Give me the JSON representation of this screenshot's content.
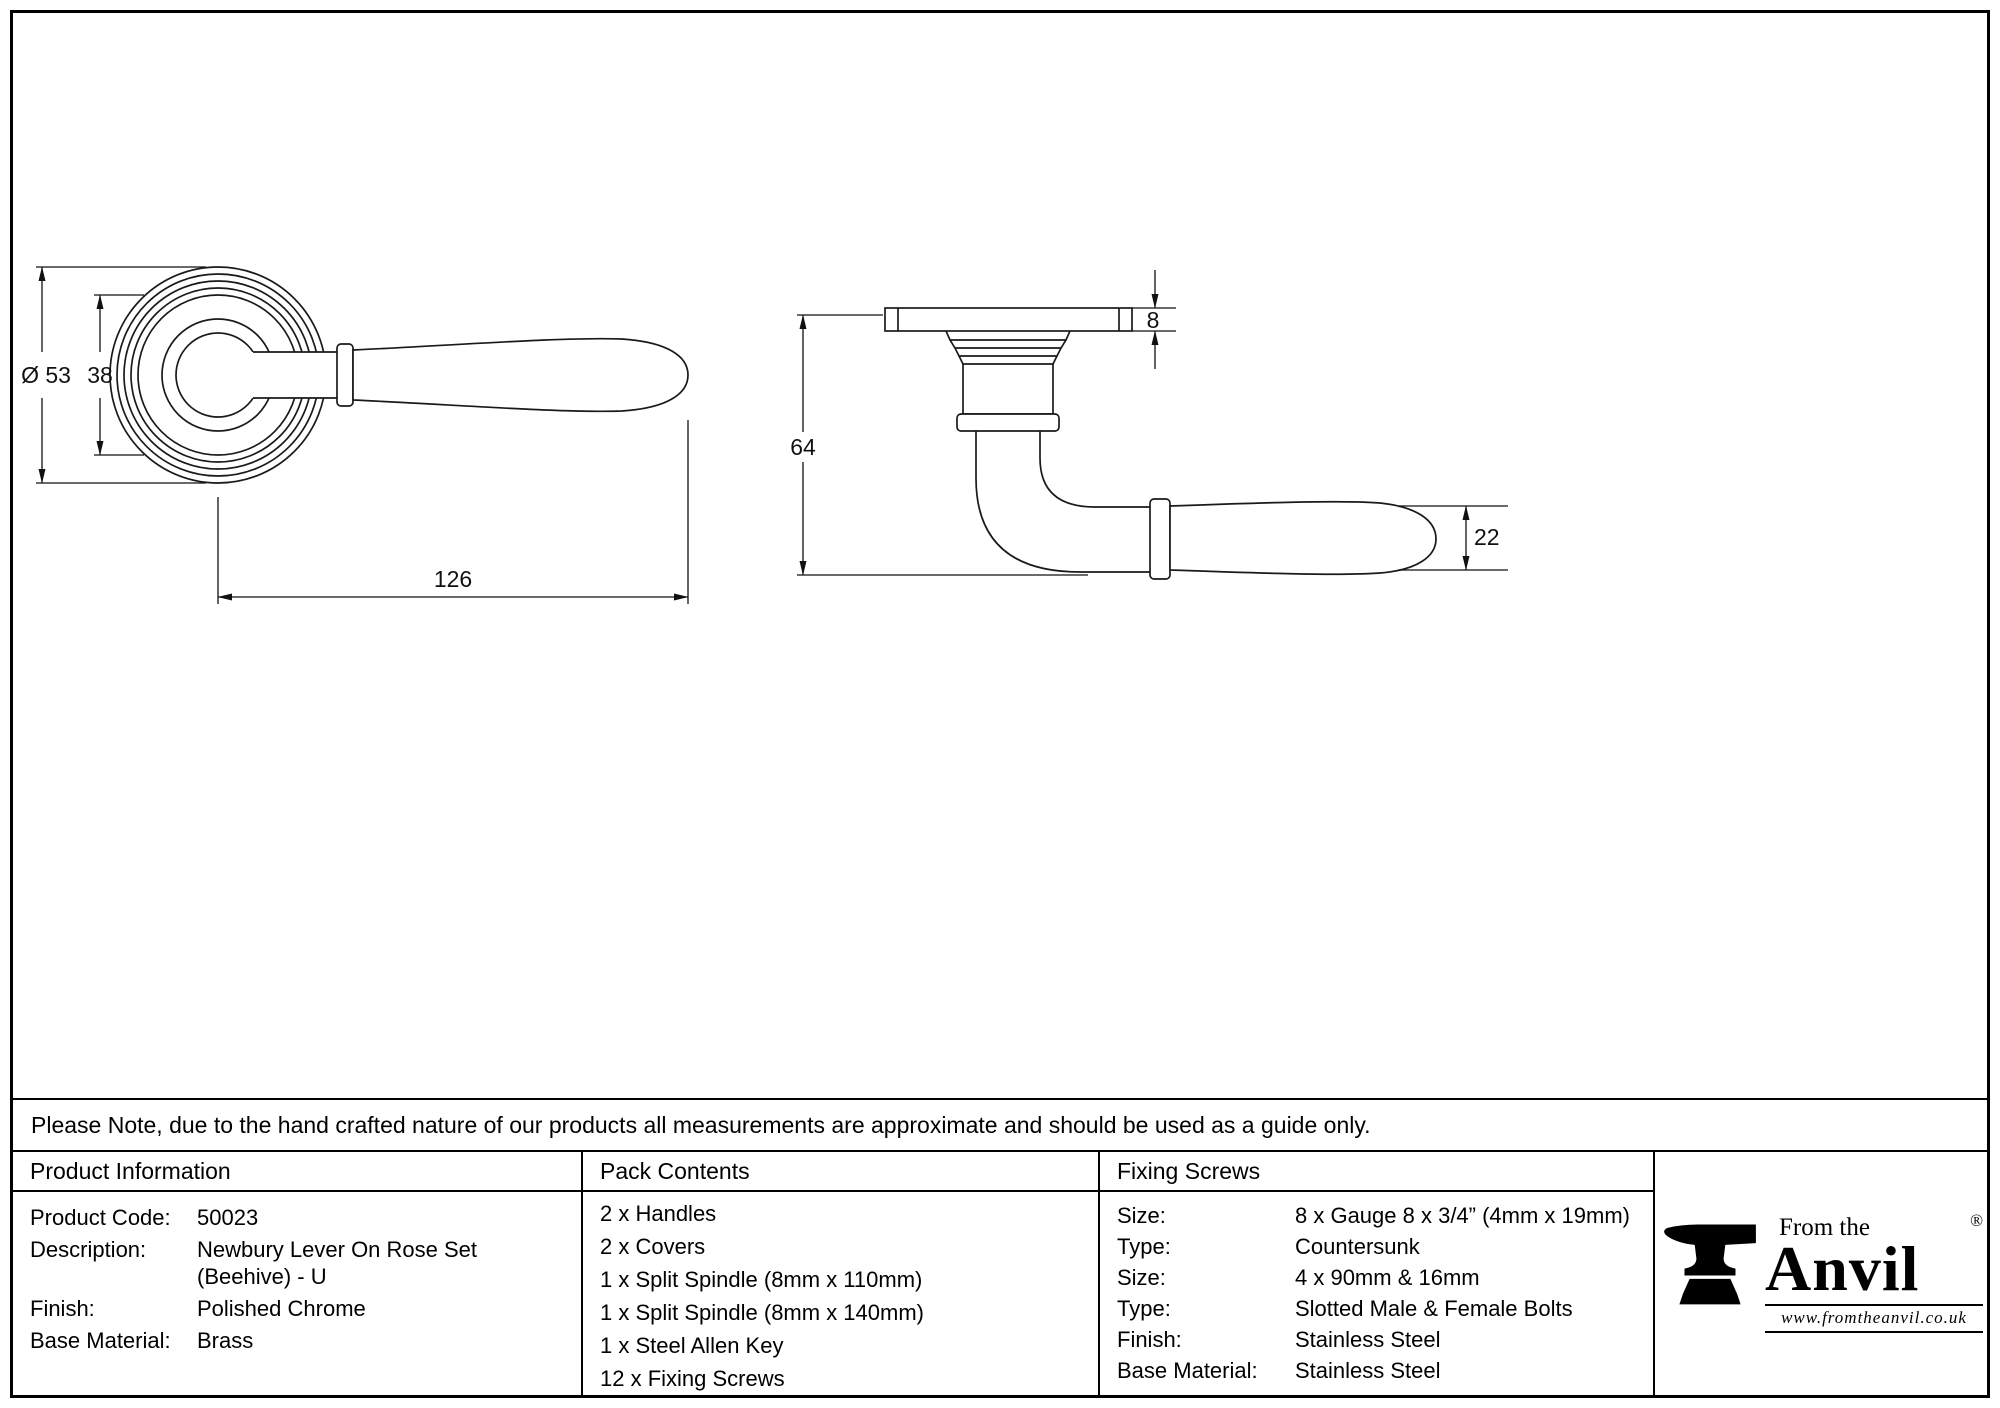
{
  "drawing": {
    "front_view": {
      "dim_diameter": "Ø 53",
      "dim_inner_diameter": "38",
      "dim_length": "126"
    },
    "side_view": {
      "dim_rose_depth": "8",
      "dim_height": "64",
      "dim_lever_width": "22"
    }
  },
  "note": "Please Note, due to the hand crafted nature of our products all measurements are approximate and should be used as a guide only.",
  "table": {
    "product_information": {
      "header": "Product Information",
      "rows": [
        {
          "label": "Product Code:",
          "value": "50023"
        },
        {
          "label": "Description:",
          "value": "Newbury Lever On Rose Set (Beehive) - U"
        },
        {
          "label": "Finish:",
          "value": "Polished Chrome"
        },
        {
          "label": "Base Material:",
          "value": "Brass"
        }
      ]
    },
    "pack_contents": {
      "header": "Pack Contents",
      "items": [
        "2 x Handles",
        "2 x Covers",
        "1 x Split Spindle (8mm x 110mm)",
        "1 x Split Spindle (8mm x 140mm)",
        "1 x Steel Allen Key",
        "12 x Fixing Screws"
      ]
    },
    "fixing_screws": {
      "header": "Fixing Screws",
      "rows": [
        {
          "label": "Size:",
          "value": "8 x Gauge 8 x 3/4” (4mm x 19mm)"
        },
        {
          "label": "Type:",
          "value": "Countersunk"
        },
        {
          "label": "Size:",
          "value": "4 x 90mm & 16mm"
        },
        {
          "label": "Type:",
          "value": "Slotted Male & Female Bolts"
        },
        {
          "label": "Finish:",
          "value": "Stainless Steel"
        },
        {
          "label": "Base Material:",
          "value": "Stainless Steel"
        }
      ]
    }
  },
  "logo": {
    "tagline": "From the",
    "name": "Anvil",
    "registered": "®",
    "website": "www.fromtheanvil.co.uk"
  }
}
